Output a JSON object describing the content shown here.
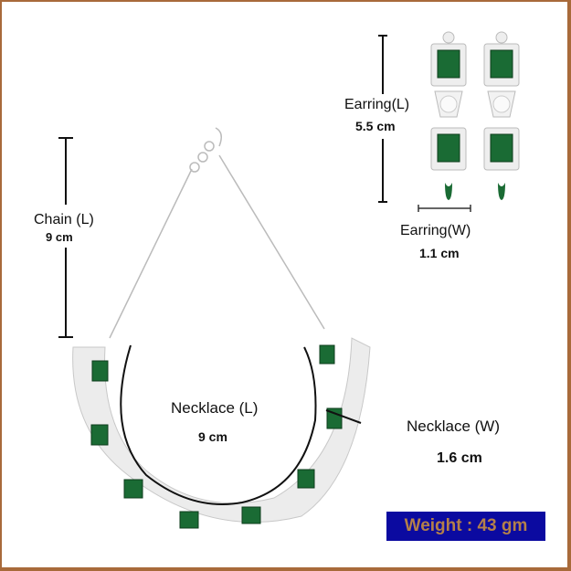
{
  "product": {
    "type": "necklace-and-earrings-set",
    "stone_color": "#1a6b34",
    "metal_color": "#d8d8d8"
  },
  "measurements": {
    "earring_length": {
      "label": "Earring(L)",
      "value": "5.5 cm"
    },
    "earring_width": {
      "label": "Earring(W)",
      "value": "1.1 cm"
    },
    "chain_length": {
      "label": "Chain (L)",
      "value": "9 cm"
    },
    "necklace_length": {
      "label": "Necklace (L)",
      "value": "9 cm"
    },
    "necklace_width": {
      "label": "Necklace (W)",
      "value": "1.6 cm"
    }
  },
  "weight_badge": {
    "text": "Weight : 43 gm",
    "background": "#0b0aa0",
    "text_color": "#b4804a"
  },
  "frame": {
    "border_color": "#a86a3a"
  }
}
